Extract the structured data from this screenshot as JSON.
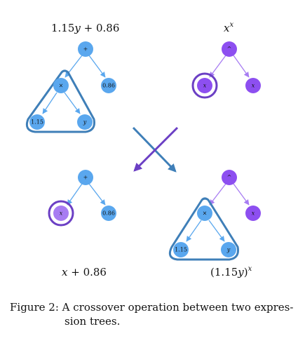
{
  "colors": {
    "blue_node": "#5aa7ee",
    "blue_edge": "#5aa7ee",
    "purple_node": "#8d4ff0",
    "purple_light": "#a77cf2",
    "highlight_blue": "#3f7fb8",
    "highlight_purple": "#6b3fc4"
  },
  "trees": {
    "parent1": {
      "label": "1.15y + 0.86",
      "nodes": {
        "root": "+",
        "mul": "×",
        "c1": "1.15",
        "y": "y",
        "c2": "0.86"
      }
    },
    "parent2": {
      "label": "x^x",
      "nodes": {
        "root": "^",
        "x1": "x",
        "x2": "x"
      }
    },
    "child1": {
      "label": "x + 0.86",
      "nodes": {
        "root": "+",
        "x": "x",
        "c2": "0.86"
      }
    },
    "child2": {
      "label": "(1.15y)^x",
      "nodes": {
        "root": "^",
        "mul": "×",
        "c1": "1.15",
        "y": "y",
        "x": "x"
      }
    }
  },
  "caption": {
    "prefix": "Figure 2:",
    "text_line1": "A crossover operation between two expres-",
    "text_line2": "sion trees."
  }
}
